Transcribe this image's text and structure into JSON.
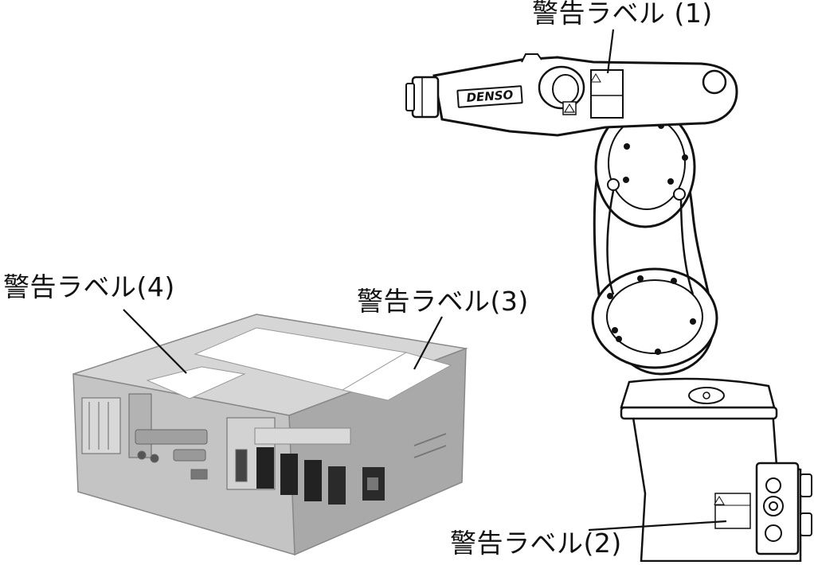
{
  "labels": {
    "label_1": "警告ラベル (1)",
    "label_2": "警告ラベル(2)",
    "label_3": "警告ラベル(3)",
    "label_4": "警告ラベル(4)"
  },
  "robot": {
    "brand": "DENSO"
  },
  "colors": {
    "line": "#111111",
    "controller_body": "#b9b9b9",
    "controller_top": "#d8d8d8",
    "label_area": "#ffffff"
  }
}
